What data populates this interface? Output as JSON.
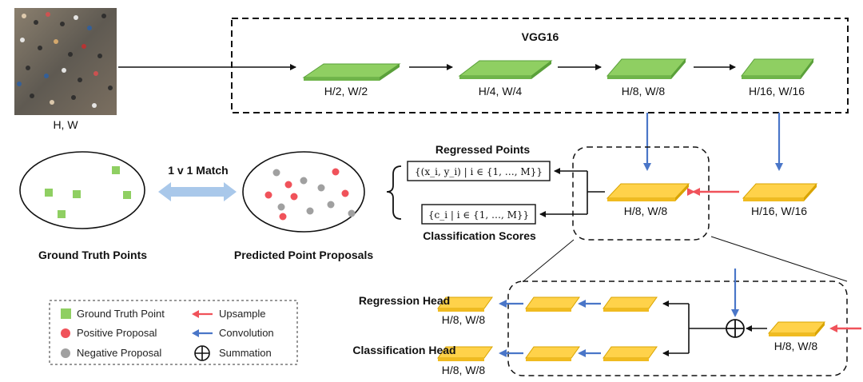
{
  "input": {
    "size": "H, W"
  },
  "vgg": {
    "title": "VGG16",
    "stages": [
      "H/2, W/2",
      "H/4, W/4",
      "H/8, W/8",
      "H/16, W/16"
    ]
  },
  "outputs": {
    "regressed_title": "Regressed Points",
    "regressed_formula": "{(x_i, y_i) | i ∈ {1, …, M}}",
    "classification_title": "Classification Scores",
    "classification_formula": "{c_i | i ∈ {1, …, M}}",
    "mid_feature": "H/8, W/8",
    "deep_feature": "H/16, W/16"
  },
  "matching": {
    "label": "1 v 1 Match",
    "gt_caption": "Ground Truth Points",
    "pred_caption": "Predicted Point Proposals"
  },
  "heads": {
    "regression": "Regression Head",
    "classification": "Classification Head",
    "regression_size": "H/8, W/8",
    "classification_size": "H/8, W/8",
    "upsampled_size": "H/8, W/8"
  },
  "legend": {
    "items": [
      {
        "label": "Ground Truth Point",
        "icon": "green-square-icon"
      },
      {
        "label": "Upsample",
        "icon": "red-arrow-icon"
      },
      {
        "label": "Positive Proposal",
        "icon": "red-dot-icon"
      },
      {
        "label": "Convolution",
        "icon": "blue-arrow-icon"
      },
      {
        "label": "Negative Proposal",
        "icon": "gray-dot-icon"
      },
      {
        "label": "Summation",
        "icon": "circle-plus-icon"
      }
    ]
  },
  "colors": {
    "green": "#8fcf62",
    "green_dark": "#5aa03a",
    "yellow": "#ffd24a",
    "yellow_dark": "#d9a400",
    "red": "#f0525a",
    "blue": "#4a76c8",
    "gray": "#a0a0a0",
    "match_arrow": "#a9c8ea"
  }
}
